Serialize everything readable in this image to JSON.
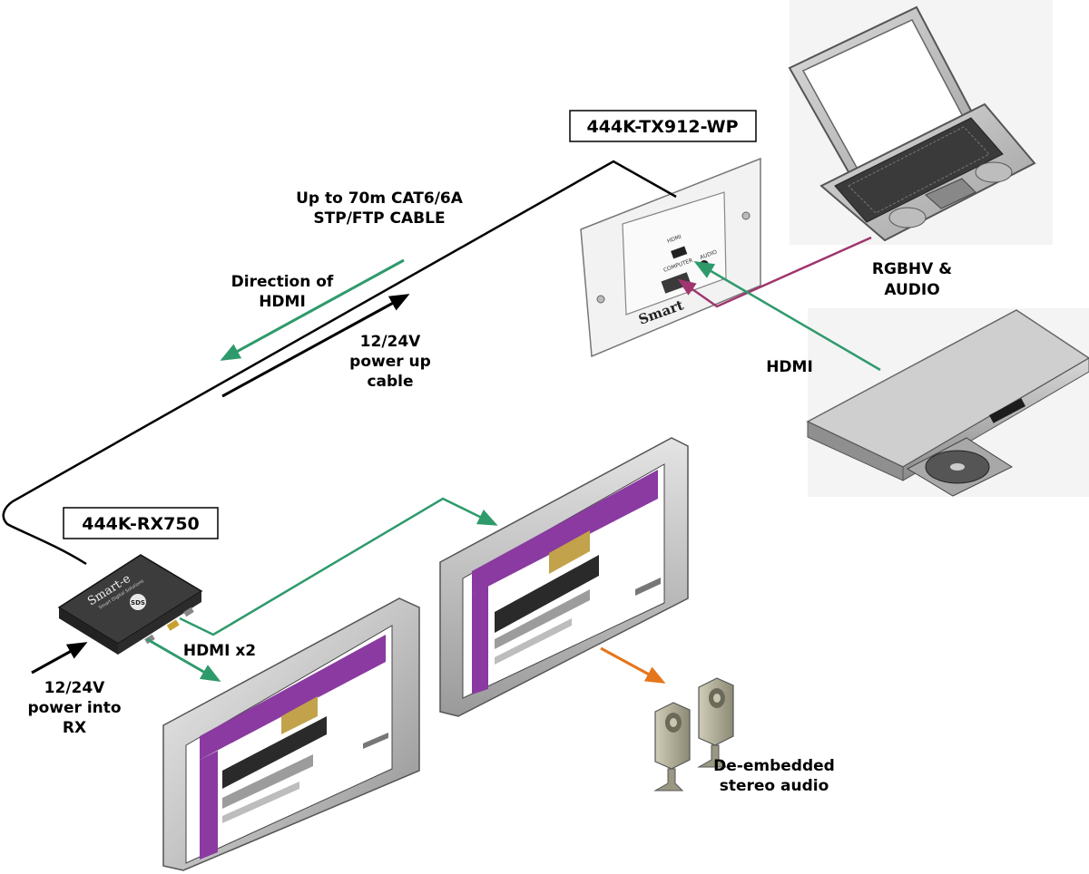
{
  "devices": {
    "transmitter": {
      "model": "444K-TX912-WP",
      "brand": "Smart",
      "port_hdmi": "HDMI",
      "port_vga": "COMPUTER",
      "port_audio": "AUDIO"
    },
    "receiver": {
      "model": "444K-RX750",
      "brand": "Smart-e",
      "subtitle": "Smart Digital Solutions",
      "badge": "SDS"
    }
  },
  "labels": {
    "cable": [
      "Up to 70m CAT6/6A",
      "STP/FTP CABLE"
    ],
    "direction": [
      "Direction of",
      "HDMI"
    ],
    "power_cable": [
      "12/24V",
      "power up",
      "cable"
    ],
    "rgbhv": [
      "RGBHV &",
      "AUDIO"
    ],
    "hdmi_source": "HDMI",
    "hdmi_x2": "HDMI x2",
    "power_rx": [
      "12/24V",
      "power into",
      "RX"
    ],
    "deembedded": [
      "De-embedded",
      "stereo audio"
    ]
  },
  "colors": {
    "hdmi_arrow": "#2e9a6c",
    "vga_line": "#a0356f",
    "audio_arrow": "#e6761b",
    "screen_purple": "#8a3aa0",
    "bezel": "#c7c7c7"
  },
  "icons": [
    "laptop-icon",
    "dvd-player-icon",
    "wall-plate-icon",
    "receiver-box-icon",
    "monitor-icon",
    "speaker-icon"
  ]
}
